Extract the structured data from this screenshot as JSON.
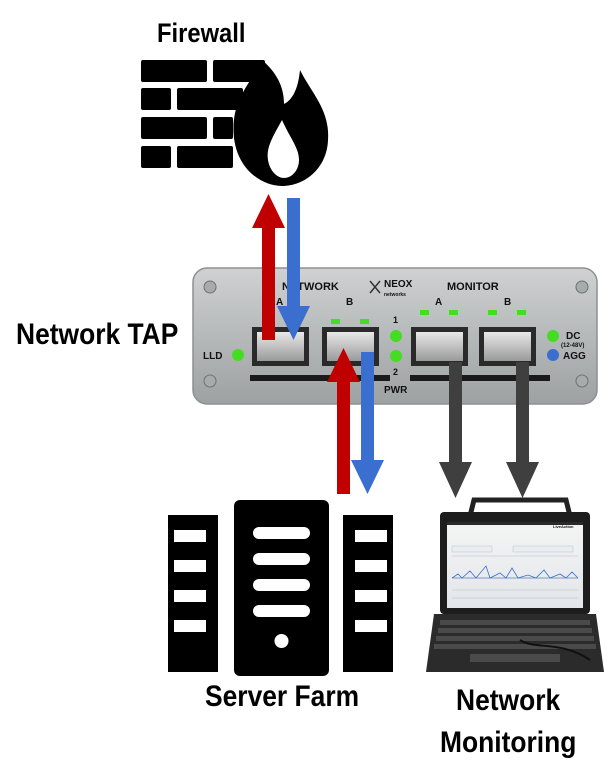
{
  "labels": {
    "firewall": "Firewall",
    "network_tap": "Network TAP",
    "server_farm": "Server Farm",
    "network_monitoring_line1": "Network",
    "network_monitoring_line2": "Monitoring"
  },
  "tap_device": {
    "brand": "NEOX",
    "brand_sub": "networks",
    "section_network": "NETWORK",
    "section_monitor": "MONITOR",
    "port_a": "A",
    "port_b": "B",
    "lld": "LLD",
    "pwr": "PWR",
    "pwr_1": "1",
    "pwr_2": "2",
    "dc": "DC",
    "dc_range": "(12-48V)",
    "agg": "AGG"
  },
  "laptop": {
    "app_name": "LiveAction"
  },
  "colors": {
    "arrow_red": "#c00000",
    "arrow_blue": "#3a6fd0",
    "arrow_grey": "#3f3f3f",
    "led_green": "#44dd22",
    "led_blue": "#3a6fd0",
    "tap_body": "#b9bcbd"
  }
}
